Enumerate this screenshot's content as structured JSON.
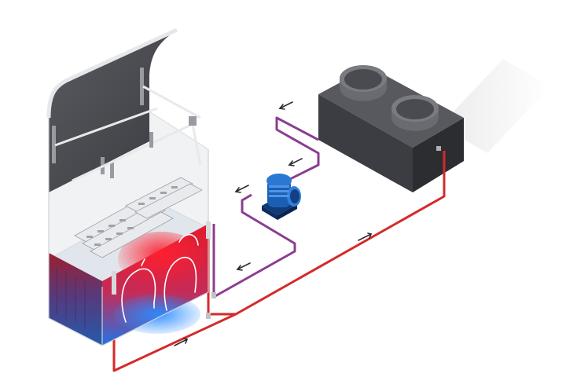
{
  "diagram": {
    "components": [
      {
        "id": "immersion-tank",
        "icon": "immersion-cooling-tank"
      },
      {
        "id": "circulation-pump",
        "icon": "pump-motor-icon"
      },
      {
        "id": "dry-cooler",
        "icon": "dry-cooler-fans"
      }
    ],
    "flows": [
      {
        "id": "hot-return-line",
        "color": "#d42a2a",
        "direction": "tank-to-cooler"
      },
      {
        "id": "cool-supply-line",
        "color": "#8a3d8f",
        "direction": "cooler-to-tank"
      }
    ],
    "colors": {
      "hot": "#e0202a",
      "cold": "#1f6fe0",
      "cooler_body": "#3b3c40",
      "pump": "#1a5fb4",
      "arrow": "#2b2d33"
    }
  }
}
